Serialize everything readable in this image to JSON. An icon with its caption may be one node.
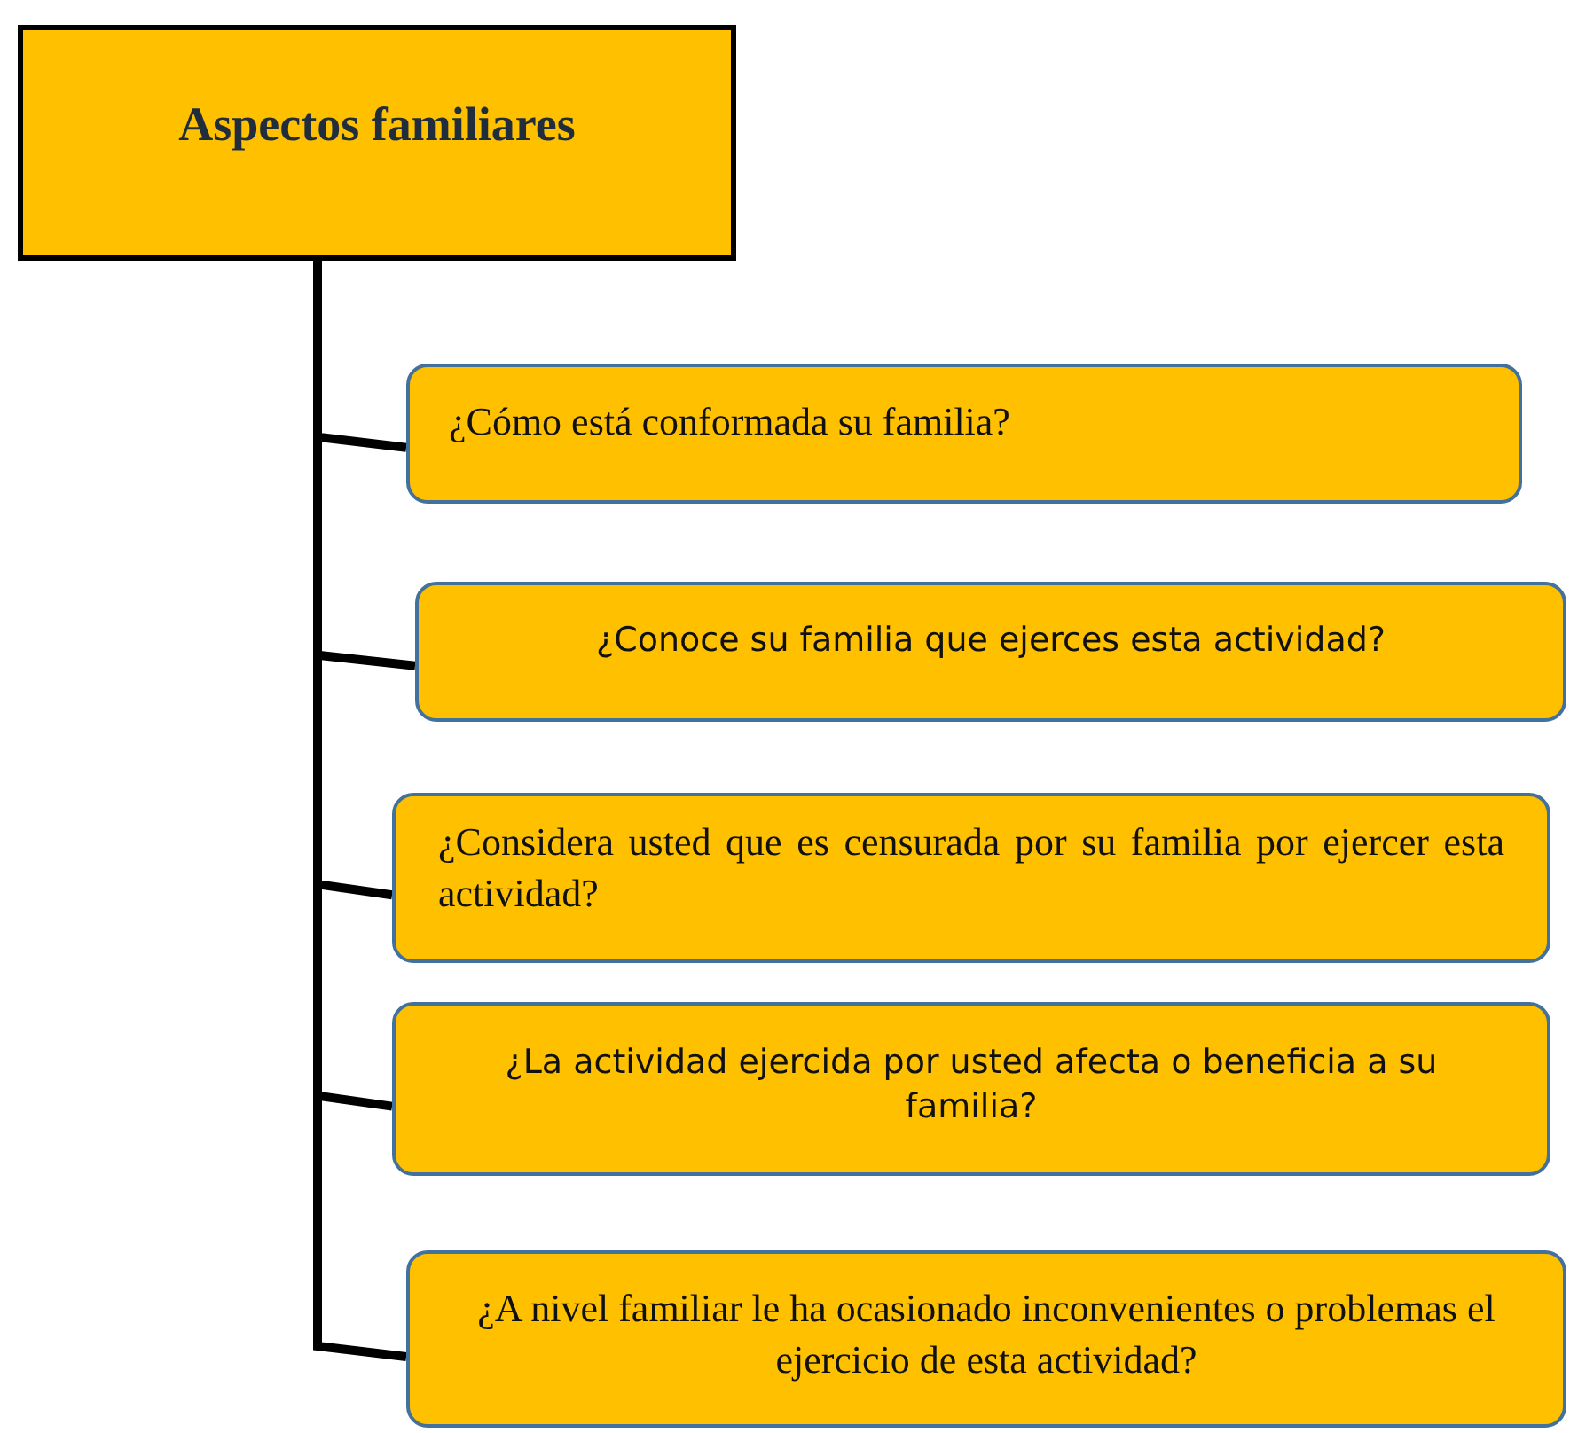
{
  "diagram": {
    "nodes": [
      {
        "text": [
          "Aspectos familiares"
        ]
      },
      {
        "text": [
          "¿Cómo está conformada su familia?"
        ]
      },
      {
        "text": [
          "¿Conoce su familia que ejerces esta actividad?"
        ]
      },
      {
        "text": [
          "¿Considera usted que es censurada por su familia por ejercer esta actividad?"
        ]
      },
      {
        "text": [
          "¿La actividad ejercida por usted afecta o beneficia a su familia?"
        ]
      },
      {
        "text": [
          "¿A nivel familiar le ha ocasionado inconvenientes o problemas el ejercicio de esta actividad?"
        ]
      }
    ],
    "edges": [
      {
        "from": 0,
        "to": 1,
        "arrow": "none"
      },
      {
        "from": 0,
        "to": 2,
        "arrow": "none"
      },
      {
        "from": 0,
        "to": 3,
        "arrow": "none"
      },
      {
        "from": 0,
        "to": 4,
        "arrow": "none"
      },
      {
        "from": 0,
        "to": 5,
        "arrow": "none"
      }
    ]
  }
}
